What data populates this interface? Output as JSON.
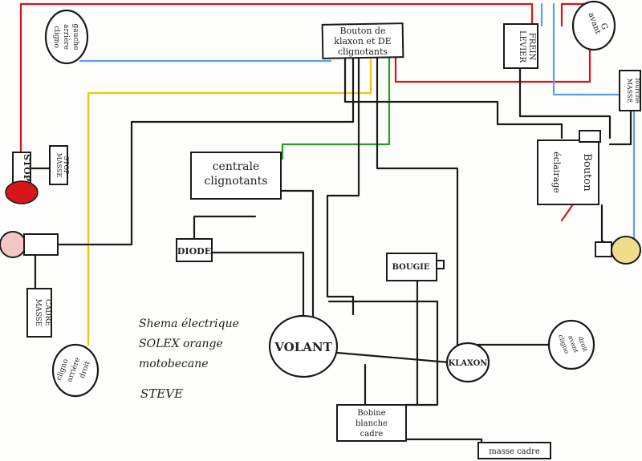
{
  "colors": {
    "ink": "#1a1a1a",
    "red_wire": "#d8141a",
    "yellow_wire": "#f2c40f",
    "blue_wire": "#5aa0e6",
    "green_wire": "#2a9a2a",
    "stop_lamp": "#d7161b",
    "rear_lamp": "#f2c7c4",
    "front_lamp": "#f1dc8c"
  },
  "components": {
    "commodo": [
      "Bouton de",
      "klaxon et DE",
      "clignotants"
    ],
    "levier_frein": [
      "LEVIER",
      "FREIN"
    ],
    "masse_fourche": [
      "MASSE",
      "fourche"
    ],
    "bouton_eclairage": [
      "Bouton",
      "éclairage"
    ],
    "centrale": [
      "centrale",
      "clignotants"
    ],
    "diode": "DIODE",
    "bougie": "BOUGIE",
    "volant": "VOLANT",
    "klaxon": "KLAXON",
    "bobine": [
      "Bobine",
      "blanche",
      "cadre"
    ],
    "masse_cadre_bas": "masse cadre",
    "stop": "STOP",
    "masse_stop": [
      "MASSE",
      "STOP"
    ],
    "masse_cadre_gauche": [
      "MASSE",
      "CADRE"
    ]
  },
  "lamps": {
    "arriere_gauche": [
      "cligno",
      "arrière",
      "gauche"
    ],
    "arriere_droit": [
      "cligno",
      "arrière",
      "droit"
    ],
    "avant_gauche": [
      "avant",
      "G"
    ],
    "avant_droit": [
      "cligno",
      "avant",
      "droit"
    ]
  },
  "notes": {
    "line1": "Shema électrique",
    "line2": "SOLEX orange",
    "line3": "motobecane",
    "line4": "STEVE"
  }
}
